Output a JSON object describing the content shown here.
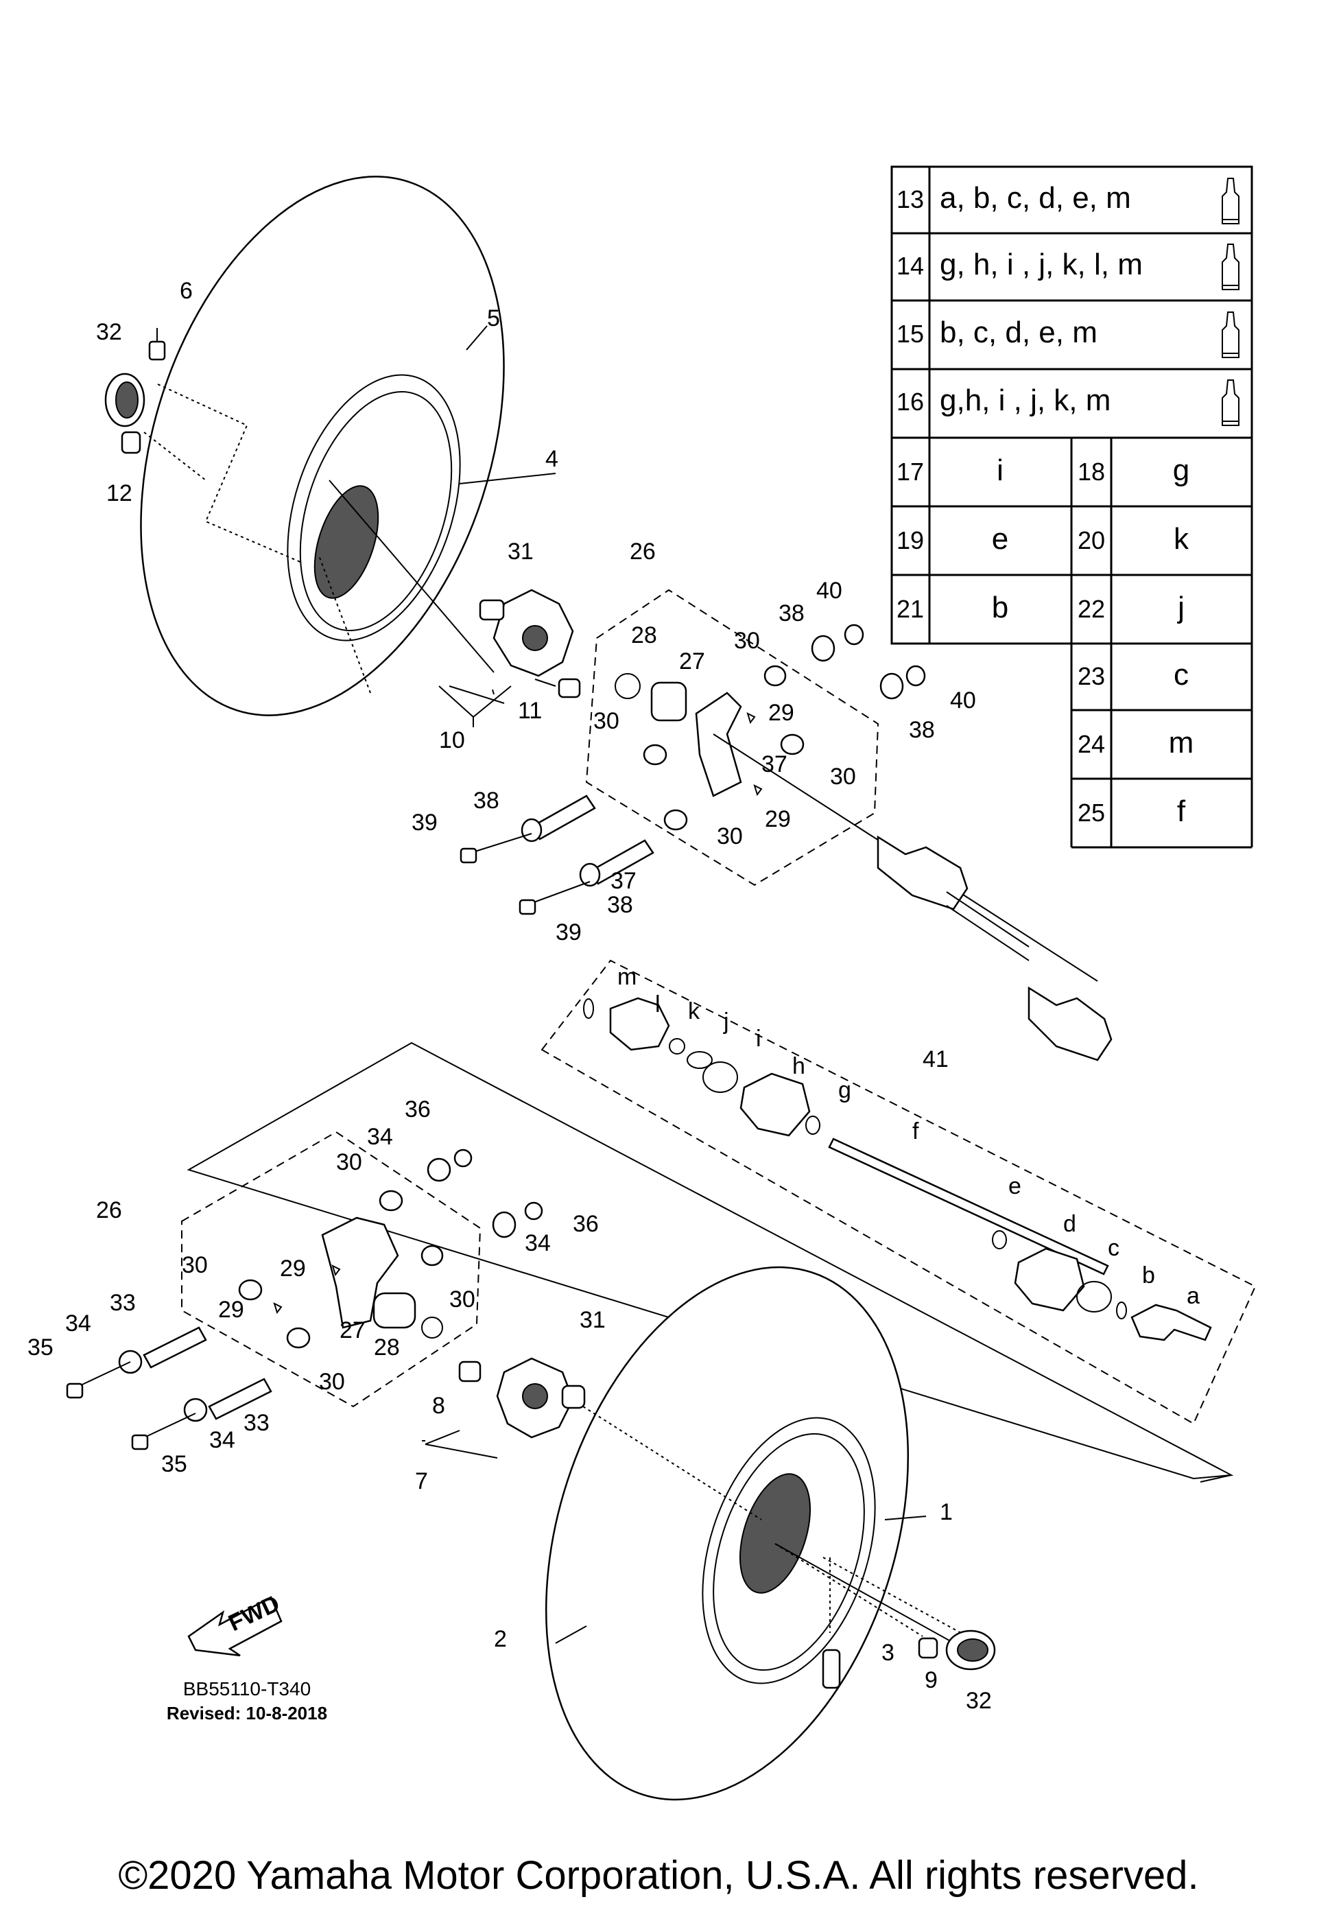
{
  "diagram": {
    "drawing_code": "BB55110-T340",
    "revised": "Revised: 10-8-2018",
    "fwd_label": "FWD",
    "copyright": "©2020 Yamaha Motor Corporation, U.S.A. All rights reserved."
  },
  "legend_table": {
    "kit_rows": [
      {
        "part": "13",
        "contents": "a, b, c, d, e, m"
      },
      {
        "part": "14",
        "contents": "g, h, i , j, k, l, m"
      },
      {
        "part": "15",
        "contents": "b, c, d, e, m"
      },
      {
        "part": "16",
        "contents": "g,h, i , j, k, m"
      }
    ],
    "pair_rows": [
      [
        {
          "part": "17",
          "letter": "i"
        },
        {
          "part": "18",
          "letter": "g"
        }
      ],
      [
        {
          "part": "19",
          "letter": "e"
        },
        {
          "part": "20",
          "letter": "k"
        }
      ],
      [
        {
          "part": "21",
          "letter": "b"
        },
        {
          "part": "22",
          "letter": "j"
        }
      ]
    ],
    "single_rows": [
      {
        "part": "23",
        "letter": "c"
      },
      {
        "part": "24",
        "letter": "m"
      },
      {
        "part": "25",
        "letter": "f"
      }
    ]
  },
  "callouts": [
    "1",
    "2",
    "3",
    "4",
    "5",
    "6",
    "7",
    "8",
    "9",
    "10",
    "11",
    "12",
    "26",
    "26",
    "27",
    "27",
    "28",
    "28",
    "29",
    "29",
    "29",
    "29",
    "30",
    "30",
    "30",
    "30",
    "30",
    "30",
    "30",
    "30",
    "31",
    "31",
    "32",
    "32",
    "33",
    "33",
    "34",
    "34",
    "34",
    "34",
    "35",
    "35",
    "36",
    "36",
    "37",
    "37",
    "38",
    "38",
    "38",
    "38",
    "39",
    "39",
    "40",
    "40",
    "41",
    "a",
    "b",
    "c",
    "d",
    "e",
    "f",
    "g",
    "h",
    "i",
    "j",
    "k",
    "l",
    "m"
  ]
}
